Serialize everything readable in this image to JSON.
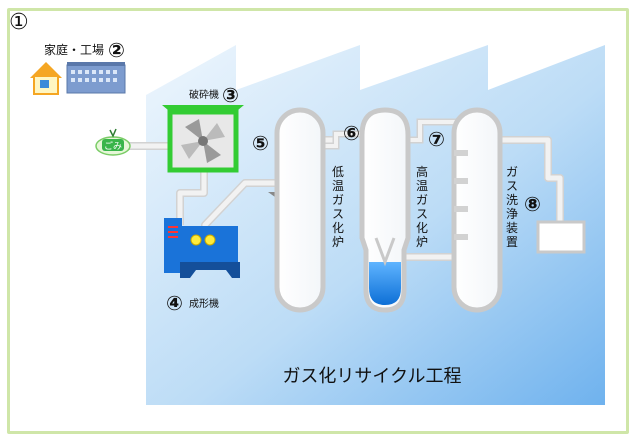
{
  "markers": {
    "m1": "①",
    "m2": "②",
    "m3": "③",
    "m4": "④",
    "m5": "⑤",
    "m6": "⑥",
    "m7": "⑦",
    "m8": "⑧"
  },
  "labels": {
    "home_factory": "家庭・工場",
    "crusher": "破砕機",
    "molder": "成形機",
    "garbage_bag": "ごみ",
    "process_title": "ガス化リサイクル工程"
  },
  "vertical_labels": {
    "low_temp_gasifier": [
      "低",
      "温",
      "ガ",
      "ス",
      "化",
      "炉"
    ],
    "high_temp_gasifier": [
      "高",
      "温",
      "ガ",
      "ス",
      "化",
      "炉"
    ],
    "gas_scrubber": [
      "ガ",
      "ス",
      "洗",
      "浄",
      "装",
      "置"
    ]
  },
  "colors": {
    "background_blue_light": "#e3f0fb",
    "background_blue_dark": "#7cb9ee",
    "pipe": "#e9e9e9",
    "crusher_frame": "#33cc33",
    "molder_body": "#1a73d9",
    "slag_blue": "#1e88e5",
    "border_green": "#cfe6a8"
  }
}
